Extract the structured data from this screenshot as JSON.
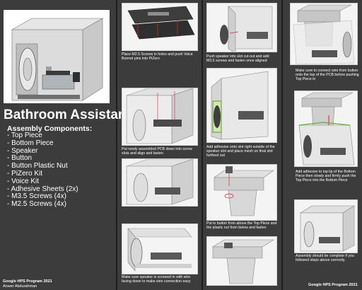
{
  "title": "Bathroom Assistant",
  "components_heading": "Assembly Components:",
  "components": [
    "- Top Piece",
    "- Bottom Piece",
    "- Speaker",
    "- Button",
    "- Button Plastic Nut",
    "- PiZero Kit",
    "- Voice Kit",
    "- Adhesive Sheets (2x)",
    "- M3.5 Screws (4x)",
    "- M2.5 Screws (4x)"
  ],
  "footer_left": {
    "program": "Google HPS Program 2021",
    "author": "Anwer Abdurahman"
  },
  "footer_right": {
    "program": "Google HPS Program 2021"
  },
  "steps": [
    {
      "caption": "Place M2.5 Screws in holes and push Voice Bonnet pins into PiZero"
    },
    {
      "caption": "Put newly assembled PCB down into screw slots and align and fasten"
    },
    {
      "caption": "Make sure speaker is screwed in with wire facing down to make wire connection easy"
    },
    {
      "caption": "Push speaker into slot cut-out and add M3.5 screws and fasten once aligned"
    },
    {
      "caption": "Add adhesive onto slot right outside of the speaker slot and place mesh on final slot furthest out"
    },
    {
      "caption": "Put in button from above the Top Piece and the plastic nut from below and fasten"
    },
    {
      "caption": "Make sure to connect wire from button onto the top of the PCB before pushing Top Piece in"
    },
    {
      "caption": "Add adhesive to top lip of the Bottom Piece then slowly and firmly push the Top Piece into the Bottom Piece"
    },
    {
      "caption": "Assembly should be complete if you followed steps above correctly."
    }
  ]
}
